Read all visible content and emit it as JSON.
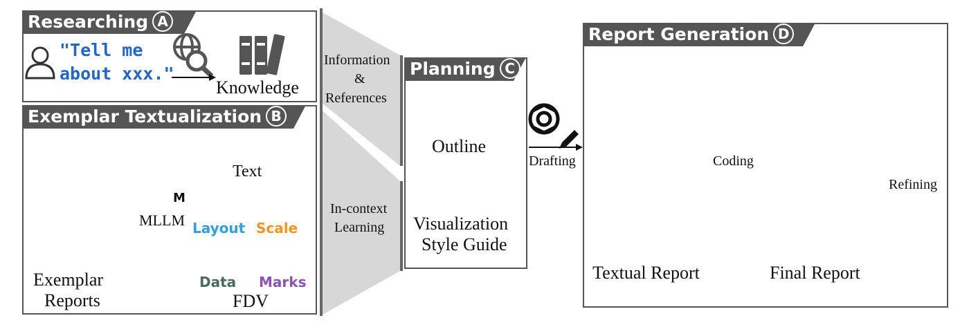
{
  "panels": {
    "researching": {
      "title": "Researching",
      "letter": "A"
    },
    "exemplar": {
      "title": "Exemplar Textualization",
      "letter": "B"
    },
    "planning": {
      "title": "Planning",
      "letter": "C"
    },
    "report": {
      "title": "Report Generation",
      "letter": "D"
    }
  },
  "researching": {
    "quote_line1": "\"Tell me",
    "quote_line2": "about xxx.\"",
    "knowledge": "Knowledge"
  },
  "connectors": {
    "info_line1": "Information",
    "info_line2": "&",
    "info_line3": "References",
    "learn_line1": "In-context",
    "learn_line2": "Learning"
  },
  "exemplar": {
    "mllm": "MLLM",
    "mllm_badge": "M",
    "text": "Text",
    "layout": "Layout",
    "scale": "Scale",
    "data": "Data",
    "marks": "Marks",
    "fdv": "FDV",
    "reports_line1": "Exemplar",
    "reports_line2": "Reports"
  },
  "planning": {
    "outline": "Outline",
    "guide_line1": "Visualization",
    "guide_line2": "Style Guide"
  },
  "report": {
    "drafting": "Drafting",
    "coding": "Coding",
    "refining": "Refining",
    "textual": "Textual Report",
    "final": "Final Report"
  },
  "colors": {
    "panel_dark": "#555555",
    "layout_blue": "#2f9fe8",
    "scale_orange": "#f7941d",
    "data_green": "#4a6b57",
    "marks_purple": "#8e52b4",
    "quote_blue": "#2266cc",
    "green": "#4caf50",
    "yellow": "#f5d020",
    "red": "#e8453c"
  }
}
